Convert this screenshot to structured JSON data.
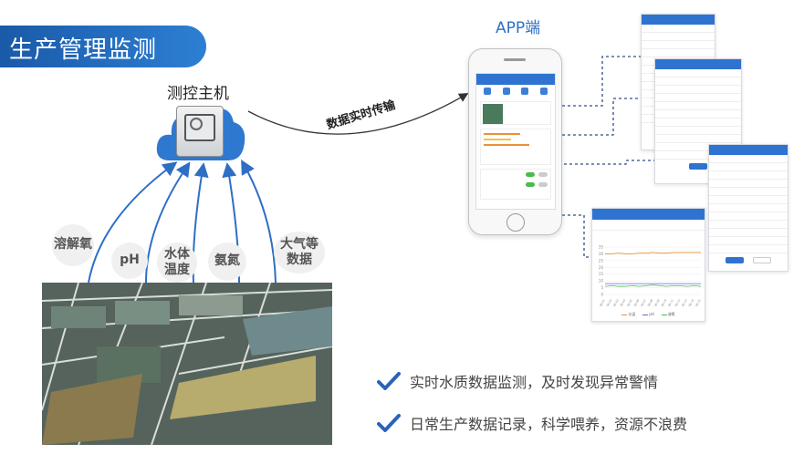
{
  "title": "生产管理监测",
  "controller_label": "测控主机",
  "transmit_label": "数据实时传输",
  "app_label": "APP端",
  "sensors": [
    {
      "label": "溶解氧"
    },
    {
      "label": "pH"
    },
    {
      "label": "水体温度"
    },
    {
      "label": "氨氮"
    },
    {
      "label": "大气等数据"
    }
  ],
  "bullets": [
    "实时水质数据监测，及时发现异常警情",
    "日常生产数据记录，科学喂养，资源不浪费"
  ],
  "colors": {
    "brand": "#2e73d0",
    "check": "#2a63b8"
  },
  "chart_data": {
    "type": "line",
    "x": [
      "06-01",
      "06-02",
      "06-03",
      "06-04",
      "06-05",
      "06-06",
      "06-07",
      "06-08",
      "06-09",
      "06-10",
      "06-11",
      "06-12",
      "06-13",
      "06-14",
      "06-15"
    ],
    "series": [
      {
        "name": "水温",
        "color": "#e8913b",
        "values": [
          30,
          30,
          30.5,
          30,
          30,
          30.5,
          30.5,
          31,
          30.5,
          30.5,
          31,
          31,
          31,
          31,
          31
        ]
      },
      {
        "name": "pH",
        "color": "#5b6ed8",
        "values": [
          8,
          8,
          8,
          8,
          8,
          8,
          8,
          8,
          8,
          8,
          8,
          8,
          8,
          8,
          8
        ]
      },
      {
        "name": "溶氧",
        "color": "#4cba4c",
        "values": [
          6,
          6.5,
          6,
          6,
          6.5,
          6,
          6.5,
          7,
          6.5,
          6,
          6.5,
          6.5,
          6,
          6.5,
          6
        ]
      }
    ],
    "ylim": [
      0,
      35
    ]
  }
}
